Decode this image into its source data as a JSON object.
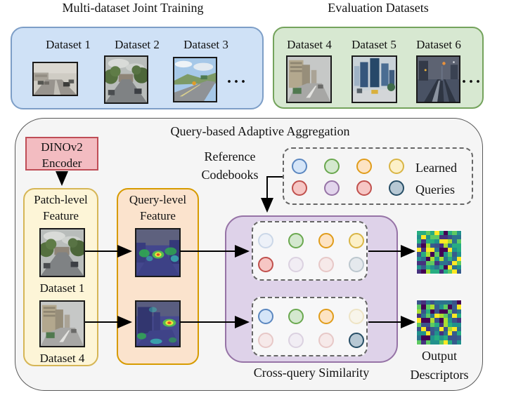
{
  "training": {
    "title": "Multi-dataset Joint Training",
    "datasets": [
      {
        "label": "Dataset 1"
      },
      {
        "label": "Dataset 2"
      },
      {
        "label": "Dataset 3"
      }
    ],
    "ellipsis": "···"
  },
  "evaluation": {
    "title": "Evaluation Datasets",
    "datasets": [
      {
        "label": "Dataset 4"
      },
      {
        "label": "Dataset 5"
      },
      {
        "label": "Dataset 6"
      }
    ],
    "ellipsis": "···"
  },
  "aggregation": {
    "title": "Query-based Adaptive Aggregation",
    "encoder": {
      "line1": "DINOv2",
      "line2": "Encoder"
    },
    "reference": {
      "line1": "Reference",
      "line2": "Codebooks"
    },
    "learned": {
      "line1": "Learned",
      "line2": "Queries"
    },
    "patch_box": {
      "line1": "Patch-level",
      "line2": "Feature",
      "items": [
        {
          "label": "Dataset 1"
        },
        {
          "label": "Dataset 4"
        }
      ]
    },
    "query_box": {
      "line1": "Query-level",
      "line2": "Feature"
    },
    "cross_query_label": "Cross-query Similarity",
    "output": {
      "line1": "Output",
      "line2": "Descriptors"
    }
  },
  "colors": {
    "blue-fill": "#cfe1f6",
    "blue-stroke": "#7d9ec7",
    "green-fill": "#d7e8d1",
    "green-stroke": "#74a35c",
    "gray-fill": "#f5f5f5",
    "gray-stroke": "#595959",
    "redbox-fill": "#f3bcc1",
    "redbox-stroke": "#bf4d56",
    "yellow-fill": "#fdf5d7",
    "yellow-stroke": "#d6b656",
    "orange-fill": "#fbe3cd",
    "orange-stroke": "#d79b00",
    "purple-fill": "#ded2e9",
    "purple-stroke": "#9673a6",
    "dash-stroke": "#666666"
  },
  "query_palette": {
    "blue": {
      "fill": "#d5e5f8",
      "stroke": "#5b87c0"
    },
    "green": {
      "fill": "#d4e8cf",
      "stroke": "#6aa84f"
    },
    "orange": {
      "fill": "#fde3c3",
      "stroke": "#e09c1a"
    },
    "yellow": {
      "fill": "#fcf0c8",
      "stroke": "#d9b545"
    },
    "red": {
      "fill": "#f6c6c4",
      "stroke": "#c0504d"
    },
    "purple": {
      "fill": "#e2d5ec",
      "stroke": "#9673a6"
    },
    "slate": {
      "fill": "#b7c8d4",
      "stroke": "#274e66"
    }
  },
  "codebook_rows": [
    [
      {
        "q": "blue",
        "on": true
      },
      {
        "q": "green",
        "on": true
      },
      {
        "q": "orange",
        "on": true
      },
      {
        "q": "yellow",
        "on": true
      }
    ],
    [
      {
        "q": "red",
        "on": true
      },
      {
        "q": "purple",
        "on": true
      },
      {
        "q": "red",
        "on": true
      },
      {
        "q": "slate",
        "on": true
      }
    ]
  ],
  "similarity_sets": [
    {
      "rows": [
        [
          {
            "q": "blue",
            "on": false
          },
          {
            "q": "green",
            "on": true
          },
          {
            "q": "orange",
            "on": true
          },
          {
            "q": "yellow",
            "on": true
          }
        ],
        [
          {
            "q": "red",
            "on": true
          },
          {
            "q": "purple",
            "on": false
          },
          {
            "q": "red",
            "on": false
          },
          {
            "q": "slate",
            "on": false
          }
        ]
      ]
    },
    {
      "rows": [
        [
          {
            "q": "blue",
            "on": true
          },
          {
            "q": "green",
            "on": true
          },
          {
            "q": "orange",
            "on": true
          },
          {
            "q": "yellow",
            "on": false
          }
        ],
        [
          {
            "q": "red",
            "on": false
          },
          {
            "q": "purple",
            "on": false
          },
          {
            "q": "red",
            "on": false
          },
          {
            "q": "slate",
            "on": true
          }
        ]
      ]
    }
  ],
  "descriptors": {
    "palette": [
      "#440154",
      "#46327e",
      "#3b528b",
      "#2c728e",
      "#21918c",
      "#27ad81",
      "#5ec962",
      "#aadc32",
      "#fde725",
      "#365c8d"
    ],
    "seeds": [
      11,
      29
    ],
    "size": 10
  }
}
